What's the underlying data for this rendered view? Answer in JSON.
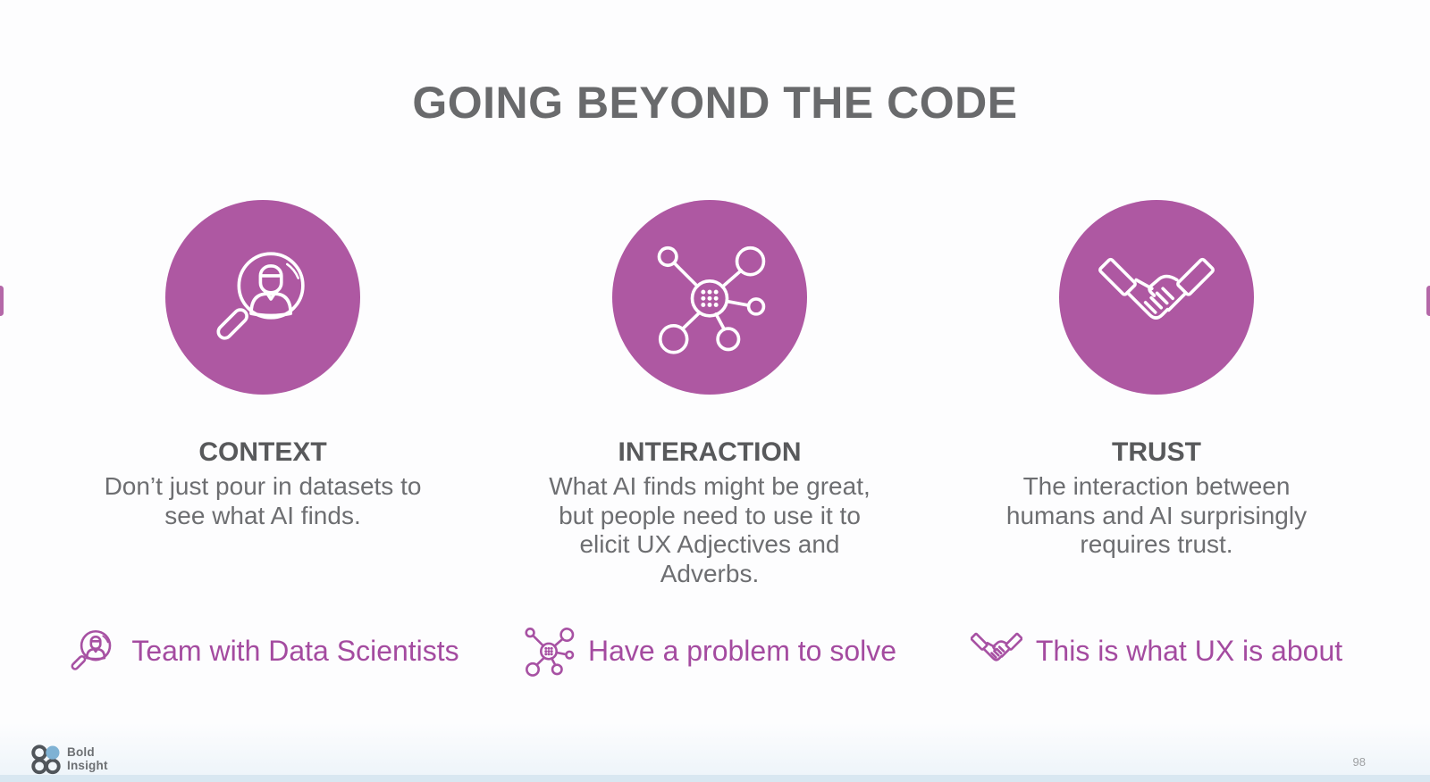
{
  "slide": {
    "title": "GOING BEYOND THE CODE",
    "columns": [
      {
        "icon": "magnifier-person",
        "heading": "CONTEXT",
        "body_lines": [
          "Don’t just pour in datasets to",
          "see what AI finds."
        ],
        "action_label": "Team with Data Scientists"
      },
      {
        "icon": "network-nodes",
        "heading": "INTERACTION",
        "body_lines": [
          "What AI finds might be great,",
          "but people need to use it to",
          "elicit UX Adjectives and",
          "Adverbs."
        ],
        "action_label": "Have a problem to solve"
      },
      {
        "icon": "handshake",
        "heading": "TRUST",
        "body_lines": [
          "The interaction between",
          "humans and AI surprisingly",
          "requires trust."
        ],
        "action_label": "This is what UX is about"
      }
    ],
    "footer": {
      "logo_line1": "Bold",
      "logo_line2": "Insight",
      "page_number": "98"
    },
    "colors": {
      "circle_fill": "#ae58a2",
      "icon_stroke_on_circle": "#ffffff",
      "accent_purple_text": "#a44ba0",
      "accent_purple_icon": "#a751a3",
      "title_gray": "#696a6c",
      "heading_gray": "#58595b",
      "body_gray": "#6d6e71",
      "footer_bar_blue": "#d8e7f1",
      "logo_blue": "#7fb2d4",
      "logo_ring_gray": "#50555a"
    }
  }
}
